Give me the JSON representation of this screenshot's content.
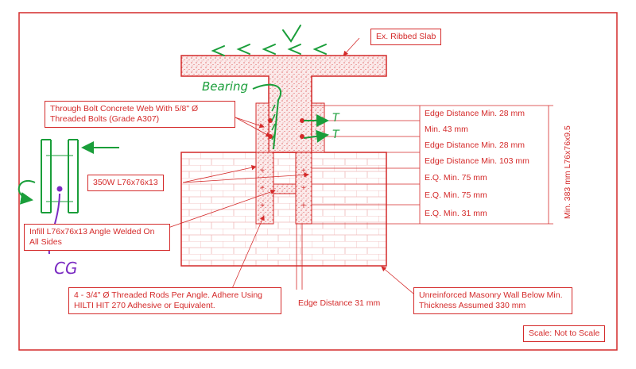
{
  "labels": {
    "slab": "Ex. Ribbed Slab",
    "through_bolt": "Through Bolt Concrete Web With 5/8\" Ø Threaded Bolts (Grade A307)",
    "angle": "350W L76x76x13",
    "infill": "Infill L76x76x13 Angle Welded On All Sides",
    "rods": "4 - 3/4\"  Ø Threaded Rods Per Angle. Adhere Using HILTI HIT 270 Adhesive or Equivalent.",
    "edge_bottom": "Edge Distance 31 mm",
    "wall": "Unreinforced Masonry Wall Below Min. Thickness Assumed 330 mm",
    "scale": "Scale: Not to Scale",
    "vertical_dim": "Min. 383 mm L76x76x9.5"
  },
  "dims": [
    "Edge Distance Min. 28 mm",
    "Min. 43 mm",
    "Edge Distance Min. 28 mm",
    "Edge Distance Min. 103 mm",
    "E.Q. Min. 75 mm",
    "E.Q. Min. 75 mm",
    "E.Q. Min. 31 mm"
  ],
  "handwritten": {
    "v": "V",
    "bearing": "Bearing",
    "t1": "T",
    "t2": "T",
    "cg": "CG"
  },
  "colors": {
    "drawing": "#d42a2a",
    "markup_green": "#1a9e3a",
    "markup_purple": "#7a2bc2"
  }
}
